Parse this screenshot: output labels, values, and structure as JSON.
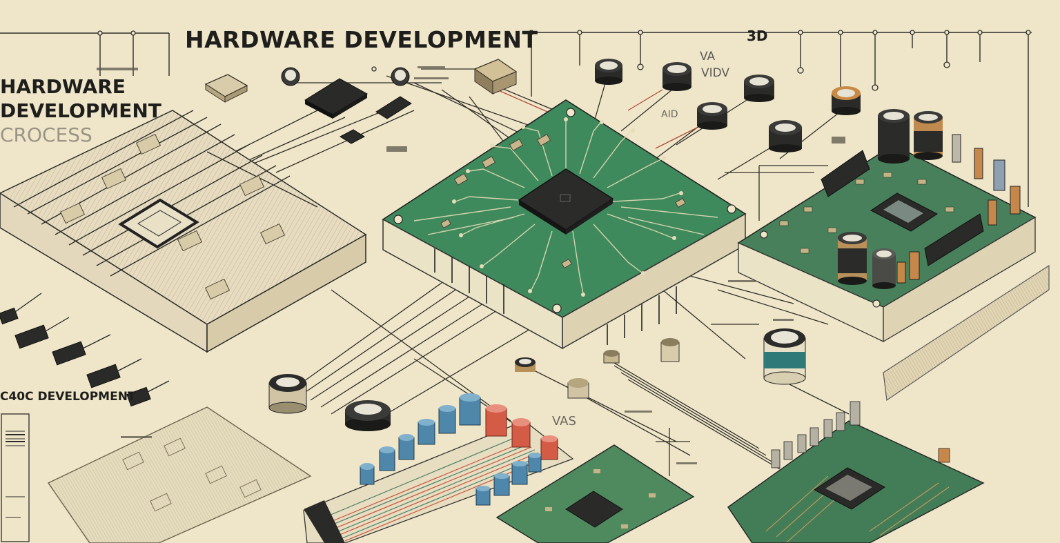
{
  "titles": {
    "main": "HARDWARE DEVELOPMENT",
    "side": [
      "HARDWARE",
      "DEVELOPMENT",
      "CROCESS"
    ],
    "section_c40c": "C40C DEVELOPMENT"
  },
  "labels": {
    "three_d": "3D",
    "va": "VA",
    "vidv": "VIDV",
    "aid": "AID",
    "vas": "VAS"
  },
  "colors": {
    "background": "#efe6c9",
    "pcb_green": "#3f8a5c",
    "ink": "#1e1e1c",
    "capacitor_blue": "#4f87ab",
    "capacitor_red": "#d45b45",
    "trace_copper": "#c99a5b"
  }
}
